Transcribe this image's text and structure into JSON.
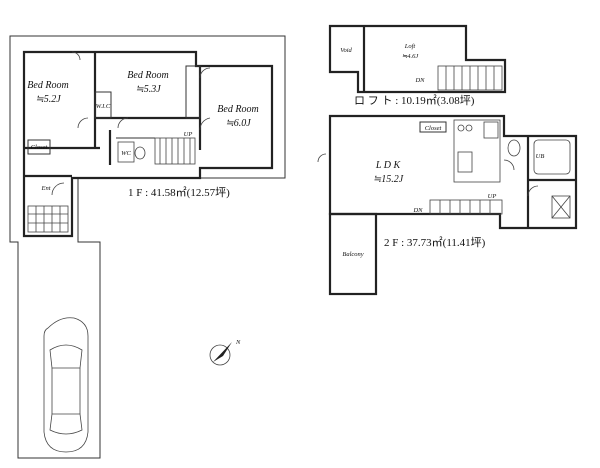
{
  "floor1": {
    "bedroom_a": {
      "name": "Bed Room",
      "size": "≒5.2J"
    },
    "bedroom_b": {
      "name": "Bed Room",
      "size": "≒5.3J"
    },
    "bedroom_c": {
      "name": "Bed Room",
      "size": "≒6.0J"
    },
    "closet_label": "Closet",
    "wic_label": "W.I.C",
    "entrance_label": "Ent",
    "wc_label": "WC",
    "up_label": "UP",
    "area_label": "1 F : 41.58㎡(12.57坪)"
  },
  "floor2": {
    "ldk": {
      "name": "L D K",
      "size": "≒15.2J"
    },
    "ub_label": "UB",
    "balcony_label": "Balcony",
    "dn_label": "DN",
    "up_label": "UP",
    "closet_label": "Closet",
    "area_label": "2 F : 37.73㎡(11.41坪)"
  },
  "loft": {
    "loft_label": "Loft",
    "loft_size": "≒4.6J",
    "void_label": "Void",
    "dn_label": "DN",
    "area_label": "ロ フ ト : 10.19㎡(3.08坪)"
  },
  "compass": {
    "north_label": "N"
  }
}
